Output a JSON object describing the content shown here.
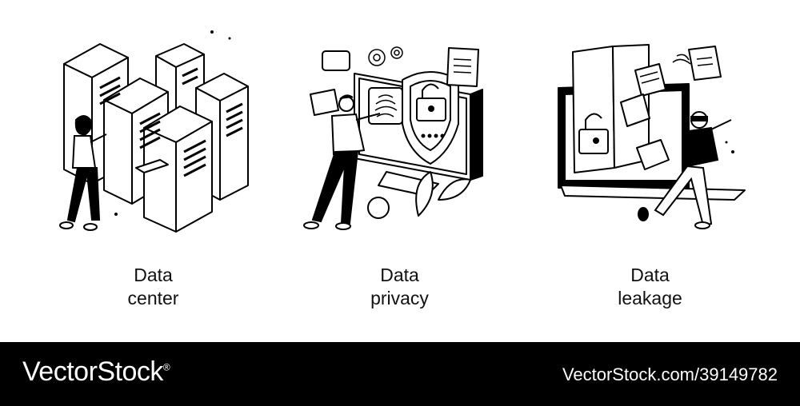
{
  "illustrations": [
    {
      "caption_line1": "Data",
      "caption_line2": "center"
    },
    {
      "caption_line1": "Data",
      "caption_line2": "privacy"
    },
    {
      "caption_line1": "Data",
      "caption_line2": "leakage"
    }
  ],
  "footer": {
    "brand": "VectorStock",
    "brand_registered": "®",
    "stock_id": "VectorStock.com/39149782"
  },
  "colors": {
    "background": "#ffffff",
    "ink": "#000000",
    "footer": "#000000"
  }
}
